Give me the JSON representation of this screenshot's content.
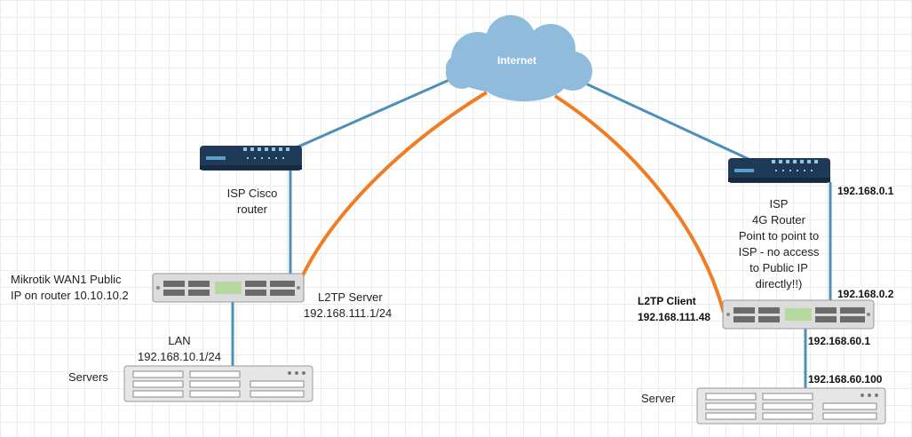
{
  "internet": {
    "label": "Internet"
  },
  "isp_cisco": {
    "label_lines": [
      "ISP Cisco",
      "router"
    ]
  },
  "mikrotik": {
    "label_lines": [
      "Mikrotik WAN1  Public",
      "IP on router 10.10.10.2"
    ]
  },
  "l2tp_server": {
    "label_lines": [
      "L2TP Server",
      "192.168.111.1/24"
    ]
  },
  "lan": {
    "label_lines": [
      "LAN",
      "192.168.10.1/24"
    ]
  },
  "servers_left": {
    "label": "Servers"
  },
  "isp_4g": {
    "label_lines": [
      "ISP",
      "4G Router",
      "Point to point to",
      "ISP - no access",
      "to Public IP",
      "directly!!)"
    ]
  },
  "ip_4g": {
    "label": "192.168.0.1"
  },
  "ip_client_wan": {
    "label": "192.168.0.2"
  },
  "l2tp_client": {
    "label_lines": [
      "L2TP Client",
      "192.168.111.48"
    ]
  },
  "ip_client_lan": {
    "label": "192.168.60.1"
  },
  "ip_server": {
    "label": "192.168.60.100"
  },
  "server_right": {
    "label": "Server"
  },
  "colors": {
    "link": "#4a90b8",
    "tunnel": "#f07d24",
    "cloud": "#8fbcdc",
    "router": "#1e3a56",
    "switch": "#dcdcdc",
    "server": "#e6e6e6"
  }
}
